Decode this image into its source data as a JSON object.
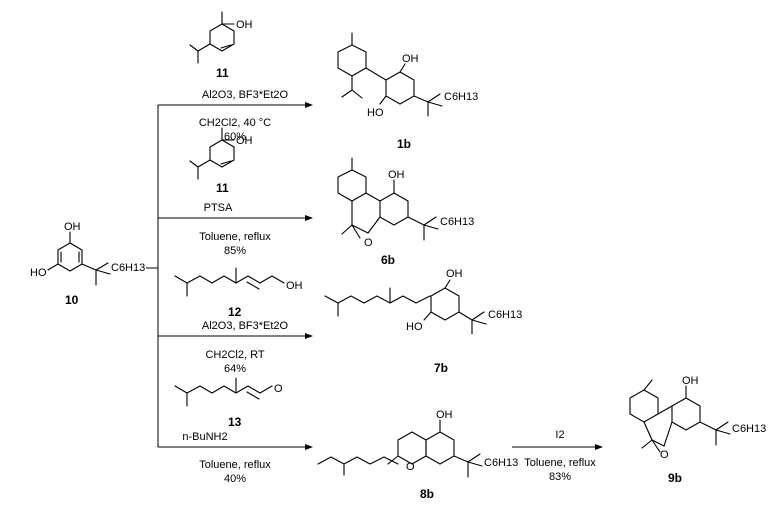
{
  "compounds": {
    "c10": "10",
    "c11a": "11",
    "c11b": "11",
    "c12": "12",
    "c13": "13",
    "c1b": "1b",
    "c6b": "6b",
    "c7b": "7b",
    "c8b": "8b",
    "c9b": "9b"
  },
  "atoms": {
    "oh": "OH",
    "ho": "HO",
    "o": "O",
    "c6h13": "C6H13"
  },
  "routes": [
    {
      "above": "Al2O3, BF3*Et2O",
      "below": [
        "CH2Cl2, 40 °C",
        "60%"
      ]
    },
    {
      "above": "PTSA",
      "below": [
        "Toluene, reflux",
        "85%"
      ]
    },
    {
      "above": "Al2O3, BF3*Et2O",
      "below": [
        "CH2Cl2, RT",
        "64%"
      ]
    },
    {
      "above": "n-BuNH2",
      "below": [
        "Toluene, reflux",
        "40%"
      ]
    },
    {
      "above": "I2",
      "below": [
        "Toluene, reflux",
        "83%"
      ]
    }
  ]
}
